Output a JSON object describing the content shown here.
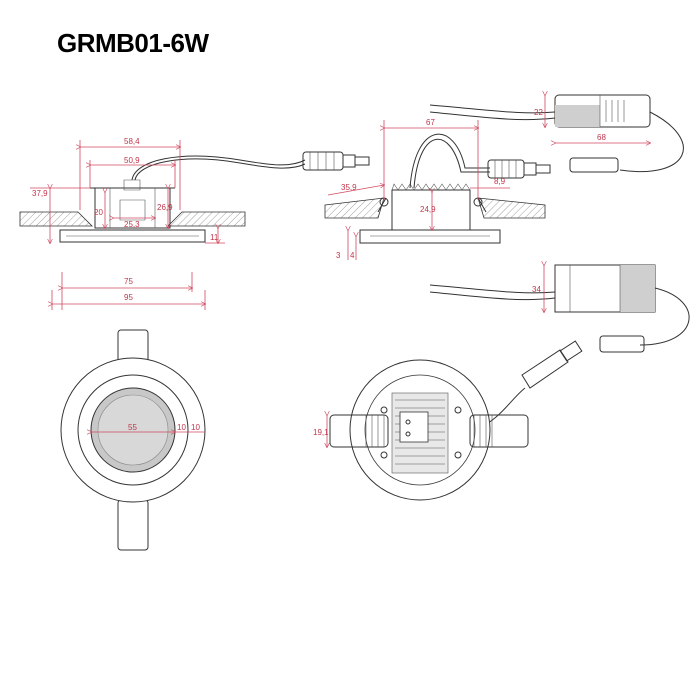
{
  "title": "GRMB01-6W",
  "colors": {
    "dimension": "#c0354b",
    "outline": "#333333",
    "ceiling_hatch": "#777777"
  },
  "side_view": {
    "dims": [
      "58,4",
      "50,9",
      "37,9",
      "20",
      "25,3",
      "26,9",
      "11",
      "75",
      "95"
    ]
  },
  "section_view": {
    "dims": [
      "67",
      "35,9",
      "24,9",
      "8,9",
      "3",
      "4"
    ]
  },
  "driver_top": {
    "dims": [
      "22",
      "68"
    ]
  },
  "driver_side": {
    "dims": [
      "34"
    ]
  },
  "front_view": {
    "dims": [
      "55",
      "10",
      "10"
    ]
  },
  "back_view": {
    "dims": [
      "19,1"
    ]
  }
}
